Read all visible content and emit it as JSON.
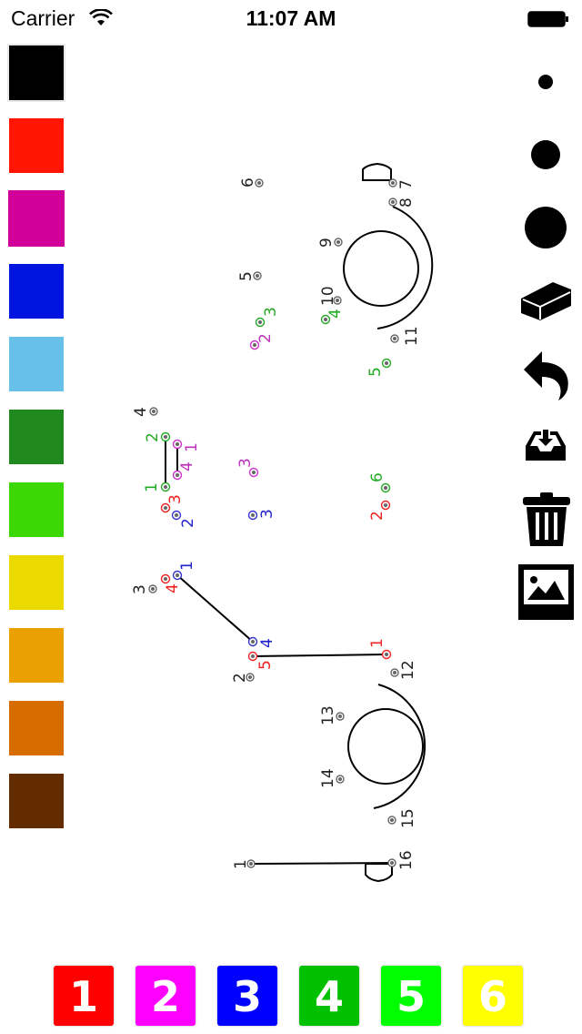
{
  "status_bar": {
    "carrier": "Carrier",
    "time": "11:07 AM",
    "icons": [
      "wifi-icon",
      "battery-icon"
    ]
  },
  "palette": {
    "colors": [
      {
        "name": "black",
        "hex": "#000000"
      },
      {
        "name": "red",
        "hex": "#ff1500"
      },
      {
        "name": "magenta",
        "hex": "#d2009a"
      },
      {
        "name": "blue",
        "hex": "#0016e0"
      },
      {
        "name": "light-blue",
        "hex": "#66c0ea"
      },
      {
        "name": "dark-green",
        "hex": "#218a1e"
      },
      {
        "name": "green",
        "hex": "#3cd806"
      },
      {
        "name": "yellow",
        "hex": "#ecd900"
      },
      {
        "name": "orange",
        "hex": "#eaa000"
      },
      {
        "name": "dark-orange",
        "hex": "#d86c00"
      },
      {
        "name": "brown",
        "hex": "#632c00"
      }
    ]
  },
  "tools": {
    "items": [
      "brush-small-icon",
      "brush-medium-icon",
      "brush-large-icon",
      "eraser-icon",
      "undo-icon",
      "save-icon",
      "trash-icon",
      "image-icon"
    ]
  },
  "levels": {
    "buttons": [
      {
        "label": "1",
        "color": "#ff0000"
      },
      {
        "label": "2",
        "color": "#ff00ff"
      },
      {
        "label": "3",
        "color": "#0000ff"
      },
      {
        "label": "4",
        "color": "#00c000"
      },
      {
        "label": "5",
        "color": "#00ff00"
      },
      {
        "label": "6",
        "color": "#ffff00"
      }
    ]
  },
  "canvas": {
    "black_dots": [
      "1",
      "2",
      "3",
      "4",
      "5",
      "6",
      "7",
      "8",
      "9",
      "10",
      "11",
      "12",
      "13",
      "14",
      "15",
      "16"
    ],
    "red_dots": [
      "1",
      "2",
      "3",
      "4",
      "5"
    ],
    "magenta_dots": [
      "1",
      "2",
      "3",
      "4"
    ],
    "blue_dots": [
      "1",
      "2",
      "3",
      "4"
    ],
    "green_dots": [
      "1",
      "2",
      "3",
      "4",
      "5",
      "6"
    ]
  }
}
